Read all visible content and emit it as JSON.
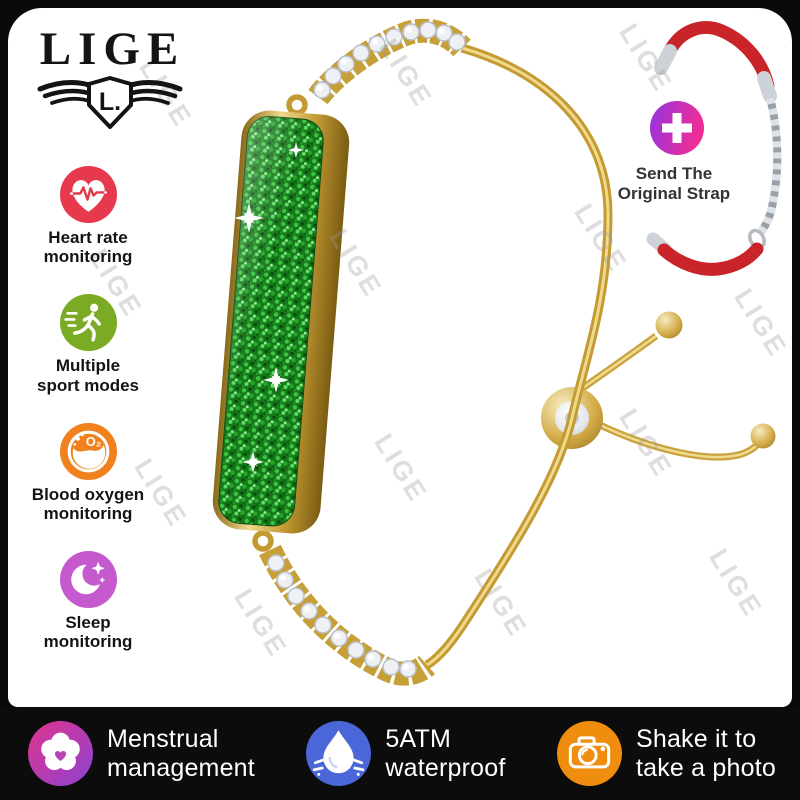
{
  "brand": {
    "name": "LIGE",
    "badge": "L."
  },
  "watermark": {
    "text": "LIGE"
  },
  "sidebar": {
    "items": [
      {
        "id": "heart-rate",
        "icon": "heart-pulse-icon",
        "line1": "Heart rate",
        "line2": "monitoring",
        "color": "#e6394e"
      },
      {
        "id": "sport-modes",
        "icon": "runner-icon",
        "line1": "Multiple",
        "line2": "sport modes",
        "color": "#7bab24"
      },
      {
        "id": "blood-oxygen",
        "icon": "blood-oxygen-icon",
        "line1": "Blood oxygen",
        "line2": "monitoring",
        "color": "#f0811c",
        "o2_text": "O₂"
      },
      {
        "id": "sleep",
        "icon": "moon-stars-icon",
        "line1": "Sleep",
        "line2": "monitoring",
        "color": "#c45ace"
      }
    ]
  },
  "promo": {
    "icon": "plus-icon",
    "line1": "Send The",
    "line2": "Original Strap",
    "plus_gradient": [
      "#9333e2",
      "#f02d95"
    ],
    "strap_color": "#c8242a"
  },
  "bottom_bar": {
    "background": "#0c0c0c",
    "items": [
      {
        "id": "menstrual",
        "icon": "flower-heart-icon",
        "line1": "Menstrual",
        "line2": "management",
        "gradient": [
          "#e2348e",
          "#8a43d0"
        ],
        "heart_color": "#b943b9"
      },
      {
        "id": "waterproof",
        "icon": "water-drop-icon",
        "line1": "5ATM",
        "line2": "waterproof",
        "color": "#4a66d8"
      },
      {
        "id": "shake-photo",
        "icon": "camera-icon",
        "line1": "Shake it to",
        "line2": "take a photo",
        "color": "#ee8d0e"
      }
    ]
  },
  "product_colors": {
    "gold": "#c9a23c",
    "pave_green": "#1d8c22",
    "crystal_white": "#eef0f4"
  }
}
